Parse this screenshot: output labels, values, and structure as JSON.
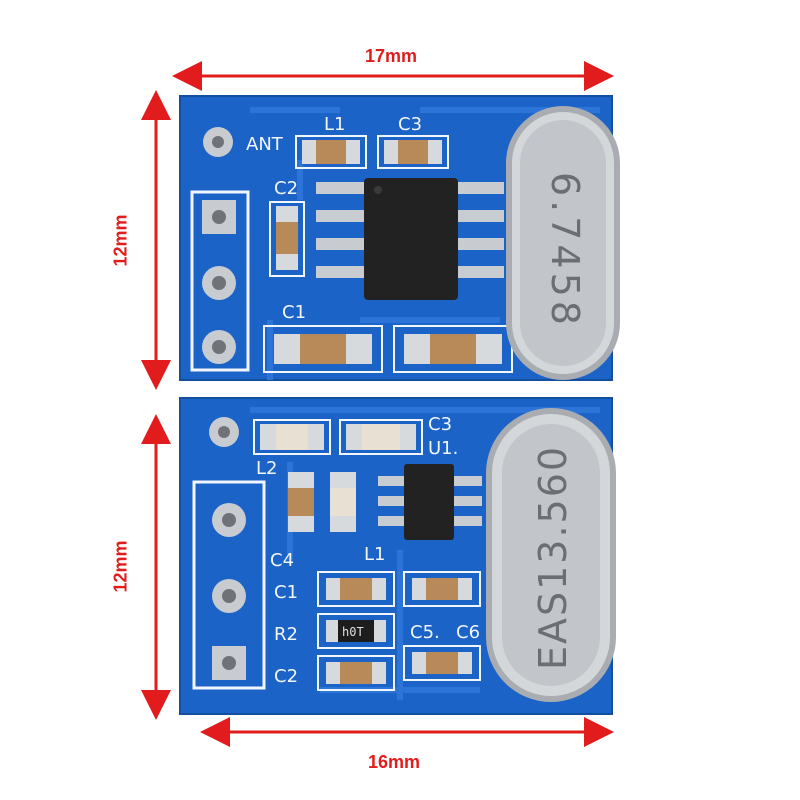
{
  "colors": {
    "dimension": "#e21c1c",
    "pcb": "#1b63c7",
    "pcb_dark": "#144f9f",
    "silkscreen": "#f2f6ff",
    "crystal": "#c9ccd0",
    "chip": "#222222",
    "pad": "#c8ccd0"
  },
  "dimensions": {
    "top_width": "17mm",
    "top_height": "12mm",
    "bottom_height": "12mm",
    "bottom_width": "16mm"
  },
  "top_board": {
    "ant_label": "ANT",
    "l1_label": "L1",
    "c3_label": "C3",
    "c2_label": "C2",
    "c1_label": "C1",
    "crystal_label": "6.7458"
  },
  "bottom_board": {
    "c3_label": "C3",
    "u1_label": "U1.",
    "l2_label": "L2",
    "c4_label": "C4",
    "l1_label": "L1",
    "c1_label": "C1",
    "r2_label": "R2",
    "c2_label": "C2",
    "c5_label": "C5.",
    "c6_label": "C6",
    "resistor_marking": "h0T",
    "crystal_label": "EAS13.560"
  }
}
